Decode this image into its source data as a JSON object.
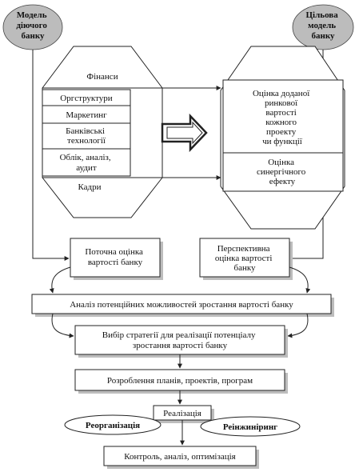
{
  "ellipses": {
    "left": [
      "Модель",
      "діючого",
      "банку"
    ],
    "right": [
      "Цільова",
      "модель",
      "банку"
    ]
  },
  "left_hexagon": {
    "items": [
      [
        "Фінанси"
      ],
      [
        "Оргструктури"
      ],
      [
        "Маркетинг"
      ],
      [
        "Банківські",
        "технології"
      ],
      [
        "Облік, аналіз,",
        "аудит"
      ],
      [
        "Кадри"
      ]
    ]
  },
  "right_hexagon": {
    "items": [
      [
        "Оцінка доданої",
        "ринкової",
        "вартості",
        "кожного",
        "проекту",
        "чи функції"
      ],
      [
        "Оцінка",
        "синергічного",
        "ефекту"
      ]
    ]
  },
  "current_value": [
    "Поточна оцінка",
    "вартості банку"
  ],
  "prospective_value": [
    "Перспективна",
    "оцінка вартості",
    "банку"
  ],
  "analysis": [
    "Аналіз потенційних можливостей зростання вартості банку"
  ],
  "strategy": [
    "Вибір стратегії для реалізації потенціалу",
    "зростання вартості банку"
  ],
  "plans": [
    "Розроблення планів, проектів, програм"
  ],
  "realization": [
    "Реалізація"
  ],
  "reorganization": [
    "Реорганізація"
  ],
  "reengineering": [
    "Реінжиніринг"
  ],
  "control": [
    "Контроль, аналіз, оптимізація"
  ]
}
